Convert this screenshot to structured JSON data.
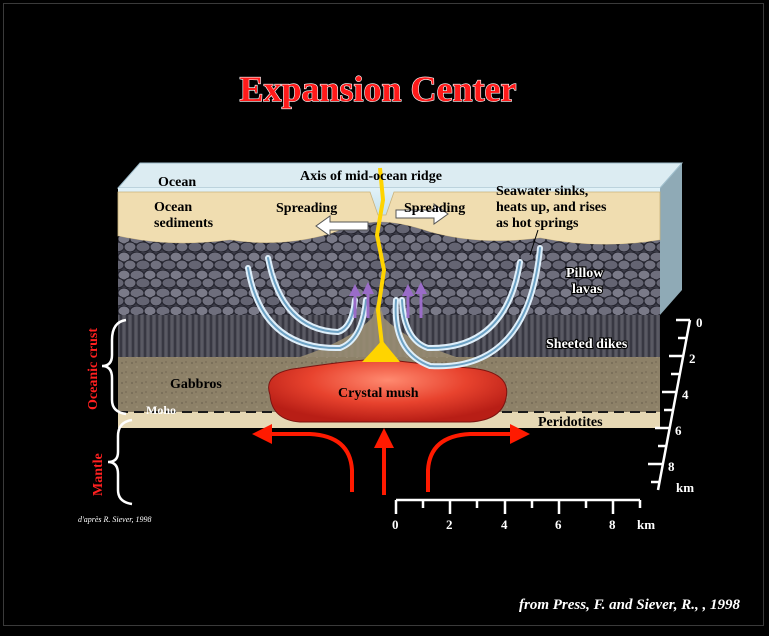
{
  "title": "Expansion Center",
  "labels": {
    "ocean": "Ocean",
    "ocean_sediments_1": "Ocean",
    "ocean_sediments_2": "sediments",
    "axis": "Axis of mid-ocean ridge",
    "spreading_left": "Spreading",
    "spreading_right": "Spreading",
    "seawater_1": "Seawater sinks,",
    "seawater_2": "heats up, and rises",
    "seawater_3": "as hot springs",
    "pillow_1": "Pillow",
    "pillow_2": "lavas",
    "sheeted_dikes": "Sheeted dikes",
    "gabbros": "Gabbros",
    "crystal_mush": "Crystal mush",
    "moho": "Moho",
    "peridotites": "Peridotites",
    "oceanic_crust": "Oceanic crust",
    "mantle": "Mantle"
  },
  "depth_scale": {
    "ticks": [
      "0",
      "2",
      "4",
      "6",
      "8"
    ],
    "unit": "km"
  },
  "distance_scale": {
    "ticks": [
      "0",
      "2",
      "4",
      "6",
      "8"
    ],
    "unit": "km"
  },
  "credit_small": "d'après R. Siever, 1998",
  "credit": "from Press, F. and Siever, R., , 1998",
  "colors": {
    "title": "#ff1a1a",
    "ocean": "#c6e4ee",
    "sediment": "#f0ddb0",
    "gabbro": "#8d8168",
    "magma": "#e33a2c",
    "arrow": "#ff1a00",
    "dike_axis": "#ffd400"
  }
}
